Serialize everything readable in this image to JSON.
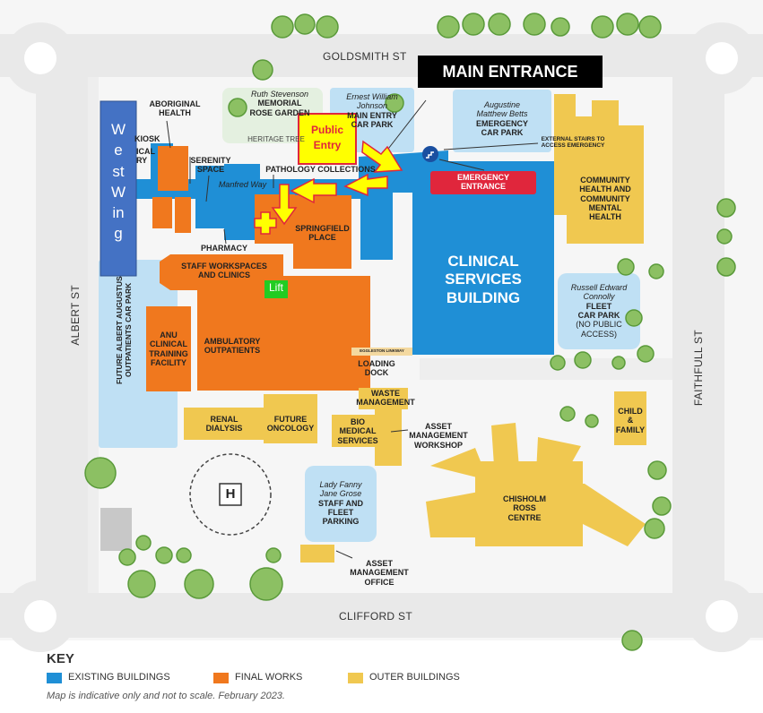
{
  "streets": {
    "north": "GOLDSMITH ST",
    "south": "CLIFFORD ST",
    "west": "ALBERT ST",
    "east": "FAITHFULL ST"
  },
  "callouts": {
    "main_entrance": "MAIN ENTRANCE",
    "public_entry_1": "Public",
    "public_entry_2": "Entry",
    "west_wing": [
      "W",
      "e",
      "st",
      "W",
      "in",
      "g"
    ],
    "lift": "Lift"
  },
  "buildings": {
    "ruth_name_1": "Ruth Stevenson",
    "ruth_name_2": "MEMORIAL",
    "ruth_name_3": "ROSE GARDEN",
    "heritage": "HERITAGE TREE",
    "ernest_1": "Ernest William",
    "ernest_2": "Johnson",
    "ernest_3": "MAIN ENTRY",
    "ernest_4": "CAR PARK",
    "augustine_1": "Augustine",
    "augustine_2": "Matthew Betts",
    "augustine_3": "EMERGENCY",
    "augustine_4": "CAR PARK",
    "external_stairs_1": "EXTERNAL STAIRS TO",
    "external_stairs_2": "ACCESS EMERGENCY",
    "emergency_1": "EMERGENCY",
    "emergency_2": "ENTRANCE",
    "community_1": "COMMUNITY",
    "community_2": "HEALTH AND",
    "community_3": "COMMUNITY",
    "community_4": "MENTAL",
    "community_5": "HEALTH",
    "aboriginal_1": "ABORIGINAL",
    "aboriginal_2": "HEALTH",
    "kiosk": "KIOSK",
    "library_1": "ICAL",
    "library_2": "RY",
    "serenity_1": "SERENITY",
    "serenity_2": "SPACE",
    "pathology": "PATHOLOGY COLLECTIONS",
    "manfred": "Manfred Way",
    "springfield_1": "SPRINGFIELD",
    "springfield_2": "PLACE",
    "pharmacy": "PHARMACY",
    "staff_ws_1": "STAFF WORKSPACES",
    "staff_ws_2": "AND CLINICS",
    "clinical_1": "CLINICAL",
    "clinical_2": "SERVICES",
    "clinical_3": "BUILDING",
    "russell_1": "Russell Edward",
    "russell_2": "Connolly",
    "russell_3": "FLEET",
    "russell_4": "CAR PARK",
    "russell_5": "(NO PUBLIC",
    "russell_6": "ACCESS)",
    "future_albert_1": "FUTURE ALBERT AUGUSTUS",
    "future_albert_2": "OUTPATIENTS CAR PARK",
    "anu_1": "ANU",
    "anu_2": "CLINICAL",
    "anu_3": "TRAINING",
    "anu_4": "FACILITY",
    "ambulatory_1": "AMBULATORY",
    "ambulatory_2": "OUTPATIENTS",
    "eggleston": "EGGLESTON LINKWAY",
    "loading_1": "LOADING",
    "loading_2": "DOCK",
    "waste_1": "WASTE",
    "waste_2": "MANAGEMENT",
    "bio_1": "BIO",
    "bio_2": "MEDICAL",
    "bio_3": "SERVICES",
    "asset_ws_1": "ASSET",
    "asset_ws_2": "MANAGEMENT",
    "asset_ws_3": "WORKSHOP",
    "renal_1": "RENAL",
    "renal_2": "DIALYSIS",
    "oncology_1": "FUTURE",
    "oncology_2": "ONCOLOGY",
    "child_1": "CHILD",
    "child_2": "&",
    "child_3": "FAMILY",
    "helipad": "H",
    "lady_1": "Lady Fanny",
    "lady_2": "Jane Grose",
    "lady_3": "STAFF AND",
    "lady_4": "FLEET",
    "lady_5": "PARKING",
    "chisholm_1": "CHISHOLM",
    "chisholm_2": "ROSS",
    "chisholm_3": "CENTRE",
    "asset_office_1": "ASSET",
    "asset_office_2": "MANAGEMENT",
    "asset_office_3": "OFFICE"
  },
  "key": {
    "title": "KEY",
    "items": [
      {
        "label": "EXISTING BUILDINGS",
        "color": "#1f8fd6"
      },
      {
        "label": "FINAL WORKS",
        "color": "#f0781e"
      },
      {
        "label": "OUTER BUILDINGS",
        "color": "#f0c850"
      }
    ],
    "note": "Map is indicative only and not to scale. February 2023."
  },
  "colors": {
    "existing": "#1f8fd6",
    "final": "#f0781e",
    "outer": "#f0c850",
    "parking": "#bfe0f4",
    "road": "#eeeeee",
    "ground": "#f7f7f7",
    "emergency": "#e0263c",
    "west_wing": "#4472c4",
    "lift": "#22cc22",
    "arrow_fill": "#ffff00",
    "arrow_stroke": "#e0263c"
  }
}
